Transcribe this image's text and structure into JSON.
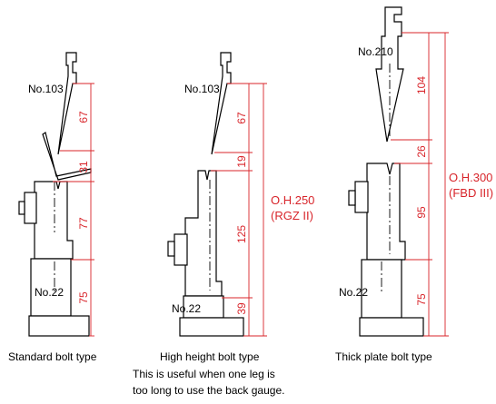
{
  "tools": [
    {
      "name": "standard",
      "punch_label": "No.103",
      "die_label": "No.22",
      "caption": "Standard bolt type",
      "dims": [
        "67",
        "31",
        "77",
        "75"
      ]
    },
    {
      "name": "high-height",
      "punch_label": "No.103",
      "die_label": "No.22",
      "caption": "High height bolt type",
      "dims": [
        "67",
        "19",
        "125",
        "39"
      ],
      "overall_height": "O.H.250",
      "model": "(RGZ II)"
    },
    {
      "name": "thick-plate",
      "punch_label": "No.210",
      "die_label": "No.22",
      "caption": "Thick plate bolt type",
      "dims": [
        "104",
        "26",
        "95",
        "75"
      ],
      "overall_height": "O.H.300",
      "model": "(FBD III)"
    }
  ],
  "note_lines": [
    "This is useful when one leg is",
    "too long to use the back gauge."
  ],
  "colors": {
    "dimension": "#d8242a",
    "outline": "#000000"
  }
}
